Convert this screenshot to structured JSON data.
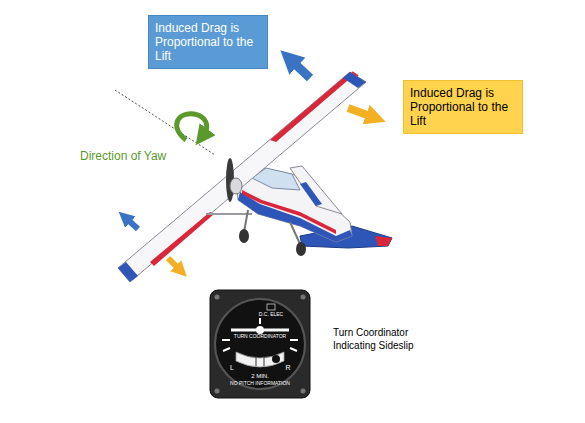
{
  "diagram": {
    "nodes": [
      {
        "text": [
          "Induced Drag is Proportional to the Lift"
        ]
      },
      {
        "text": [
          "Induced Drag is Proportional to the Lift"
        ]
      }
    ],
    "edges": [],
    "labels": [
      "Direction of Yaw",
      "Turn Coordinator Indicating Sideslip",
      "D.C. ELEC",
      "TURN COORDINATOR",
      "L",
      "R",
      "2 MIN.",
      "NO PITCH INFORMATION"
    ]
  }
}
